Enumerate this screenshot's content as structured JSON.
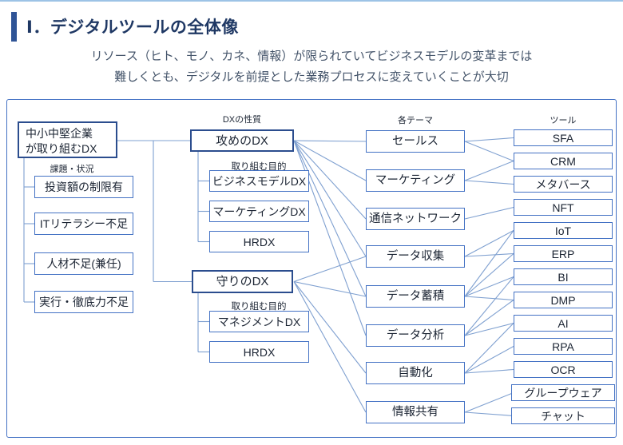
{
  "header": {
    "title": "Ⅰ．デジタルツールの全体像",
    "subtitle_line1": "リソース（ヒト、モノ、カネ、情報）が限られていてビジネスモデルの変革までは",
    "subtitle_line2": "難しくとも、デジタルを前提とした業務プロセスに変えていくことが大切"
  },
  "diagram": {
    "root": {
      "label_line1": "中小中堅企業",
      "label_line2": "が取り組むDX"
    },
    "labels": {
      "challenges": "課題・状況",
      "dx_nature": "DXの性質",
      "purpose": "取り組む目的",
      "themes": "各テーマ",
      "tools": "ツール"
    },
    "challenges": [
      "投資額の制限有",
      "ITリテラシー不足",
      "人材不足(兼任)",
      "実行・徹底力不足"
    ],
    "offense": {
      "label": "攻めのDX",
      "purposes": [
        "ビジネスモデルDX",
        "マーケティングDX",
        "HRDX"
      ]
    },
    "defense": {
      "label": "守りのDX",
      "purposes": [
        "マネジメントDX",
        "HRDX"
      ]
    },
    "themes": [
      "セールス",
      "マーケティング",
      "通信ネットワーク",
      "データ収集",
      "データ蓄積",
      "データ分析",
      "自動化",
      "情報共有"
    ],
    "tools": [
      "SFA",
      "CRM",
      "メタバース",
      "NFT",
      "IoT",
      "ERP",
      "BI",
      "DMP",
      "AI",
      "RPA",
      "OCR",
      "グループウェア",
      "チャット"
    ],
    "edges": {
      "offense_to_themes": [
        0,
        1,
        2,
        3,
        4,
        5
      ],
      "defense_to_themes": [
        3,
        4,
        6,
        7
      ],
      "theme_to_tools": [
        [
          0,
          [
            0,
            1
          ]
        ],
        [
          1,
          [
            1,
            2
          ]
        ],
        [
          2,
          [
            3
          ]
        ],
        [
          3,
          [
            4,
            5
          ]
        ],
        [
          4,
          [
            4,
            5,
            6,
            7
          ]
        ],
        [
          5,
          [
            6,
            7,
            8
          ]
        ],
        [
          6,
          [
            8,
            9,
            10
          ]
        ],
        [
          7,
          [
            11,
            12
          ]
        ]
      ]
    }
  },
  "colors": {
    "accent_bar": "#2F5496",
    "title_text": "#1F3864",
    "subtitle_text": "#44546A",
    "box_border": "#4472C4",
    "emphasis_border": "#2B4D8E",
    "connector": "#7FA0D0",
    "frame_border": "#4472C4"
  }
}
